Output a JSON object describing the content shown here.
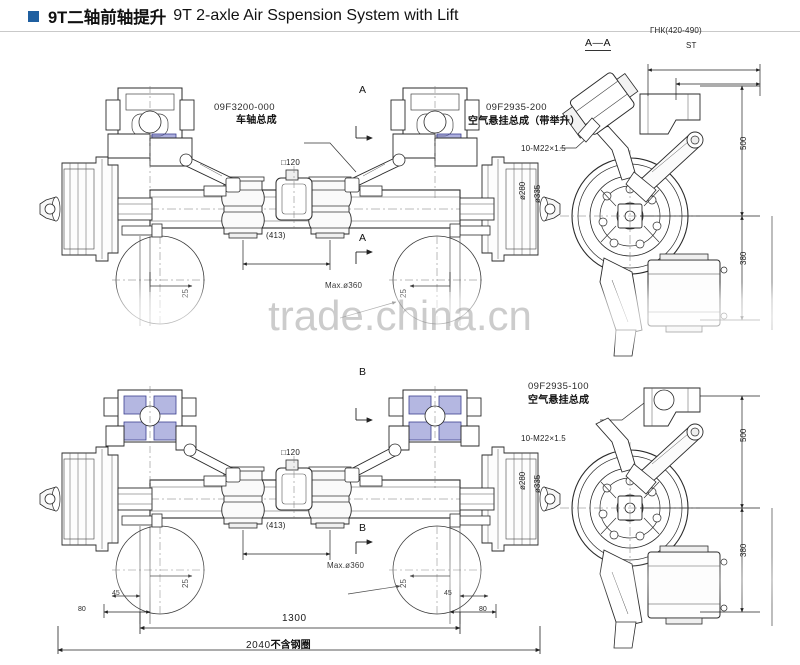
{
  "header": {
    "bullet_color": "#1f5fa0",
    "title_cn": "9T二轴前轴提升",
    "title_en": "9T 2-axle Air Sspension System with Lift"
  },
  "watermark": {
    "text": "trade.china.cn"
  },
  "drawing": {
    "top_view": {
      "axle_code": "09F3200-000",
      "axle_name_cn": "车轴总成",
      "suspension_code": "09F2935-200",
      "suspension_name_cn": "空气悬挂总成（带举升）",
      "beam_size": "□120",
      "span_413": "(413)",
      "stud_spec": "10-M22×1.5",
      "drum_dia_280": "ø280",
      "drum_dia_335": "ø335",
      "max_dia": "Max.ø360",
      "offset_25": "25",
      "section_mark_top": "A",
      "section_mark_bottom": "A"
    },
    "bottom_view": {
      "suspension_code": "09F2935-100",
      "suspension_name_cn": "空气悬挂总成",
      "beam_size": "□120",
      "span_413": "(413)",
      "stud_spec": "10-M22×1.5",
      "drum_dia_280": "ø280",
      "drum_dia_335": "ø335",
      "max_dia": "Max.ø360",
      "offset_25": "25",
      "angle_left": "45",
      "angle_right": "45",
      "offset_left_80": "80",
      "offset_right_80": "80",
      "section_mark_top": "B",
      "section_mark_bottom": "B"
    },
    "section_aa": {
      "label": "A—A",
      "track_note": "ГНК(420-490)",
      "st_label": "ST",
      "height_500": "500",
      "height_380": "380"
    },
    "section_bb": {
      "height_500": "500",
      "height_380": "380"
    },
    "overall": {
      "wheel_track_1300": "1300",
      "overall_width_2040": "2040",
      "overall_width_note_cn": "不含钢圈"
    }
  },
  "colors": {
    "line": "#2b2b2b",
    "thin_line": "#666666",
    "highlight_blue": "#6a6fc4",
    "highlight_blue_dark": "#3b3f8f",
    "accent": "#1f5fa0",
    "background": "#ffffff"
  }
}
